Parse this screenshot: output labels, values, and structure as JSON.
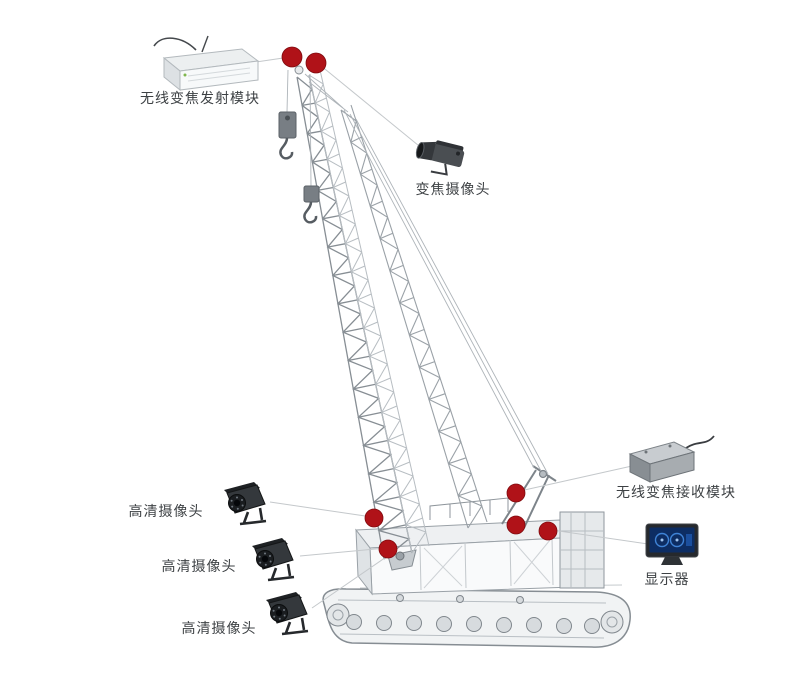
{
  "colors": {
    "background": "#ffffff",
    "marker": "#b01218",
    "marker_edge": "#7e0a0e",
    "connector": "#c4c8cb",
    "crane": "#878e94",
    "text": "#3d4144",
    "screen_blue": "#0d2d63"
  },
  "devices": [
    {
      "id": "transmitter",
      "label": "无线变焦发射模块",
      "icon": "wireless-transmitter-module"
    },
    {
      "id": "zoom_camera",
      "label": "变焦摄像头",
      "icon": "zoom-camera"
    },
    {
      "id": "receiver",
      "label": "无线变焦接收模块",
      "icon": "wireless-receiver-module"
    },
    {
      "id": "monitor",
      "label": "显示器",
      "icon": "monitor-display"
    },
    {
      "id": "hd_camera_1",
      "label": "高清摄像头",
      "icon": "hd-camera"
    },
    {
      "id": "hd_camera_2",
      "label": "高清摄像头",
      "icon": "hd-camera"
    },
    {
      "id": "hd_camera_3",
      "label": "高清摄像头",
      "icon": "hd-camera"
    }
  ]
}
